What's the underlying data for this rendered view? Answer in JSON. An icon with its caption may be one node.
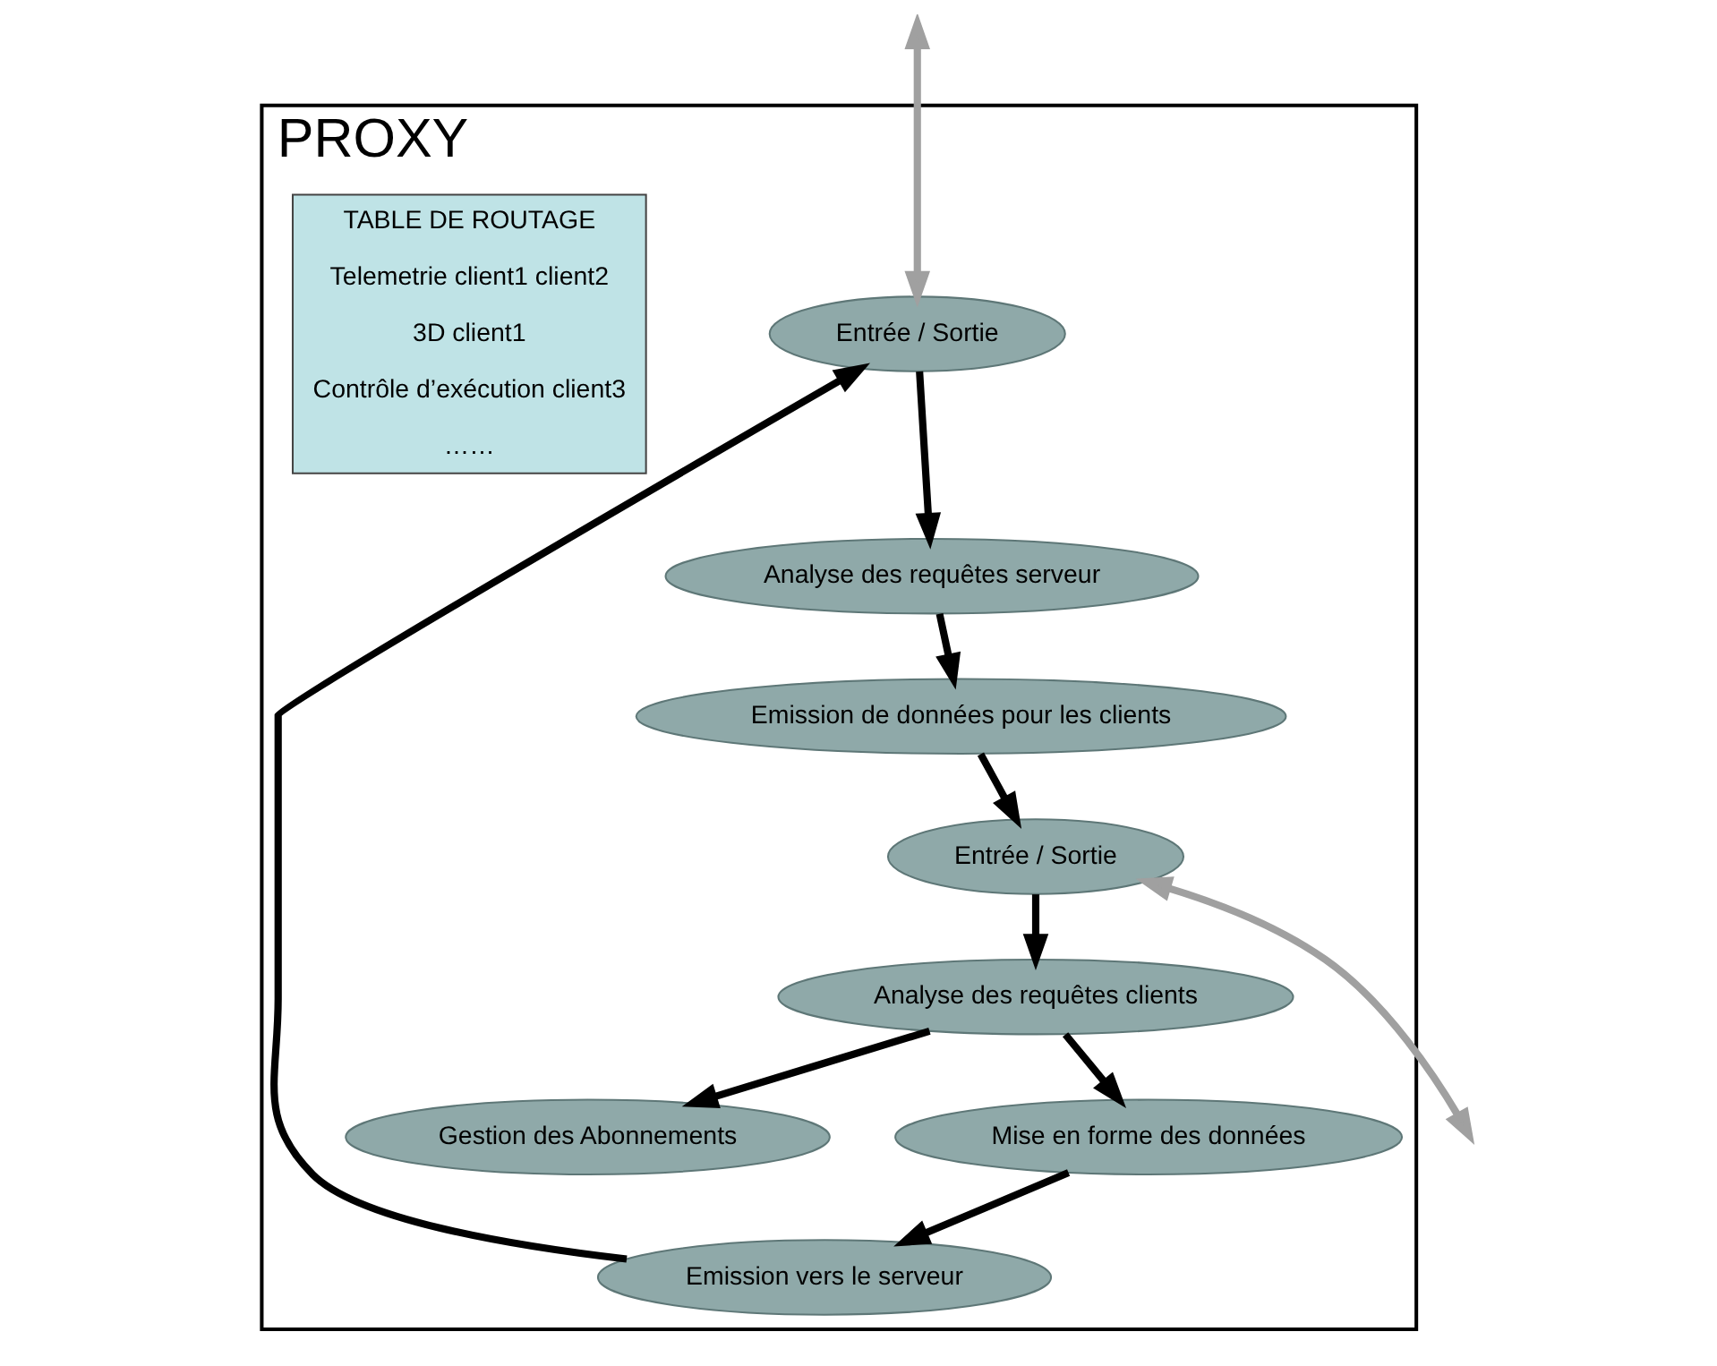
{
  "diagram": {
    "nodes": [
      {
        "text": [
          "PROXY"
        ]
      },
      {
        "text": [
          "Entrée / Sortie"
        ],
        "in": 0
      },
      {
        "text": [
          "TABLE DE ROUTAGE",
          "Telemetrie client1 client2",
          "3D client1",
          "Contrôle d’exécution client3",
          "……"
        ],
        "in": 0
      },
      {
        "text": [
          "Emission vers le serveur"
        ],
        "in": 0
      },
      {
        "text": [
          "Analyse des requêtes serveur"
        ],
        "in": 0
      },
      {
        "text": [
          "Mise en forme des données"
        ],
        "in": 0
      },
      {
        "text": [
          "Emission de données pour les clients"
        ],
        "in": 0
      },
      {
        "text": [
          "Gestion des Abonnements"
        ],
        "in": 0
      },
      {
        "text": [
          "Analyse des requêtes clients"
        ],
        "in": 0
      },
      {
        "text": [
          "Entrée / Sortie"
        ],
        "in": 0
      }
    ],
    "edges": [
      {
        "from": null,
        "to": 1,
        "arrow": "both",
        "color": "#a0a0a0"
      },
      {
        "from": 1,
        "to": 4,
        "arrow": "to"
      },
      {
        "from": 4,
        "to": 6,
        "arrow": "to"
      },
      {
        "from": 6,
        "to": 9,
        "arrow": "to"
      },
      {
        "from": 9,
        "to": 8,
        "arrow": "to"
      },
      {
        "from": 8,
        "to": 5,
        "arrow": "to"
      },
      {
        "from": 5,
        "to": 3,
        "arrow": "to"
      },
      {
        "from": 3,
        "to": 1,
        "arrow": "to"
      },
      {
        "from": 8,
        "to": 7,
        "arrow": "to"
      },
      {
        "from": 9,
        "to": null,
        "arrow": "both",
        "color": "#a0a0a0"
      }
    ]
  }
}
